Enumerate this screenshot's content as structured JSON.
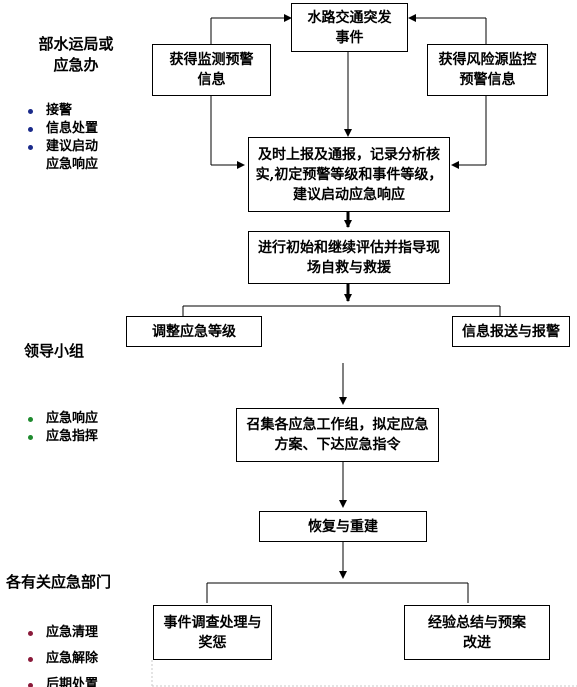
{
  "flowchart": {
    "incident": "水路交通突发\n事件",
    "monitoring": "获得监测预警\n信息",
    "risk_monitoring": "获得风险源监控\n预警信息",
    "report": "及时上报及通报，记录分析核\n实,初定预警等级和事件等级，\n建议启动应急响应",
    "assess": "进行初始和继续评估并指导现\n场自救与救援",
    "adjust_level": "调整应急等级",
    "info_report": "信息报送与报警",
    "convene": "召集各应急工作组，拟定应急\n方案、下达应急指令",
    "recovery": "恢复与重建",
    "investigation": "事件调查处理与\n奖惩",
    "summary": "经验总结与预案\n改进"
  },
  "sidebar": {
    "office": {
      "title": "部水运局或\n应急办",
      "bullet_color": "#1a2a8a",
      "items": [
        "接警",
        "信息处置",
        "建议启动",
        "应急响应"
      ]
    },
    "leadership": {
      "title": "领导小组",
      "bullet_color": "#1e8a2e",
      "items": [
        "应急响应",
        "应急指挥"
      ]
    },
    "departments": {
      "title": "各有关应急部门",
      "bullet_color": "#8a1a3a",
      "items": [
        "应急清理",
        "应急解除",
        "后期处置"
      ]
    }
  }
}
